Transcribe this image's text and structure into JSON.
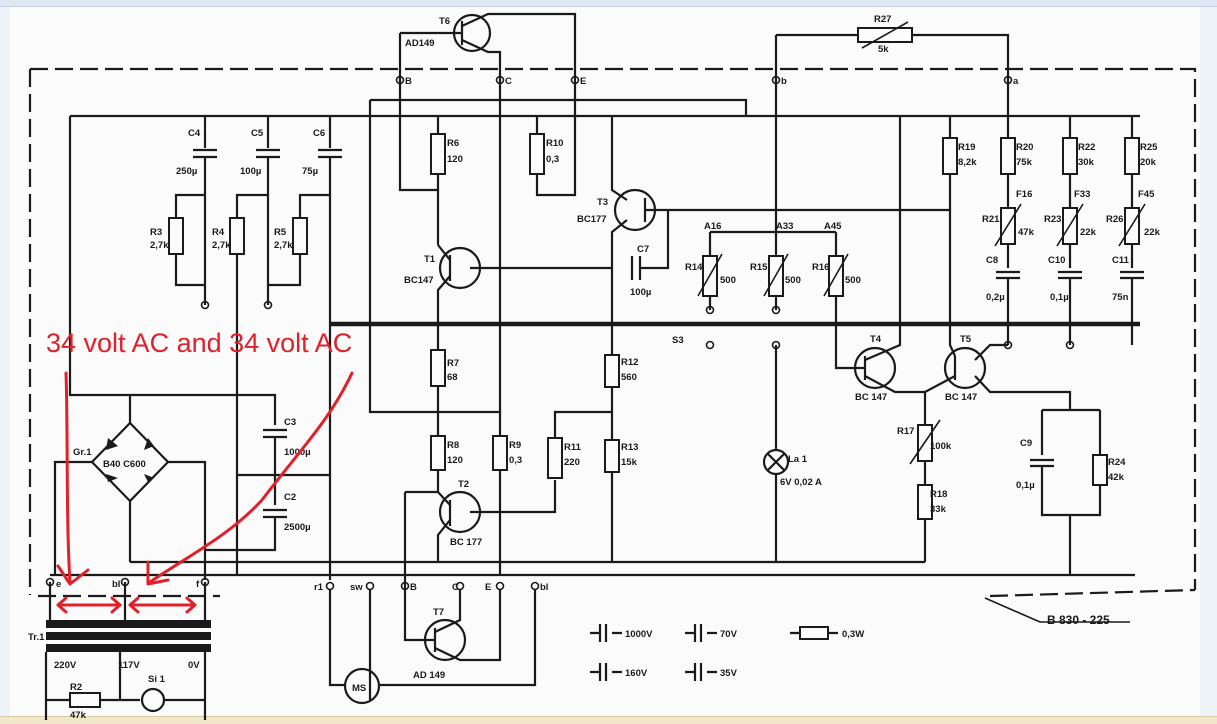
{
  "annotation": "34 volt AC and 34 volt AC",
  "board_code": "B 830 - 225",
  "transistors": {
    "T6": "T6",
    "T6_type": "AD149",
    "T1": "T1",
    "T1_type": "BC147",
    "T2": "T2",
    "T2_type": "BC 177",
    "T3": "T3",
    "T3_type": "BC177",
    "T4": "T4",
    "T4_type": "BC 147",
    "T5": "T5",
    "T5_type": "BC 147",
    "T7": "T7",
    "T7_type": "AD 149"
  },
  "resistors": {
    "R2": "R2",
    "R2_val": "47k",
    "R3": "R3",
    "R3_val": "2,7k",
    "R4": "R4",
    "R4_val": "2,7k",
    "R5": "R5",
    "R5_val": "2,7k",
    "R6": "R6",
    "R6_val": "120",
    "R7": "R7",
    "R7_val": "68",
    "R8": "R8",
    "R8_val": "120",
    "R9": "R9",
    "R9_val": "0,3",
    "R10": "R10",
    "R10_val": "0,3",
    "R11": "R11",
    "R11_val": "220",
    "R12": "R12",
    "R12_val": "560",
    "R13": "R13",
    "R13_val": "15k",
    "R14": "R14",
    "R14_val": "500",
    "R15": "R15",
    "R15_val": "500",
    "R16": "R16",
    "R16_val": "500",
    "R17": "R17",
    "R17_val": "100k",
    "R18": "R18",
    "R18_val": "33k",
    "R19": "R19",
    "R19_val": "8,2k",
    "R20": "R20",
    "R20_val": "75k",
    "R21": "R21",
    "R21_val": "47k",
    "R22": "R22",
    "R22_val": "30k",
    "R23": "R23",
    "R23_val": "22k",
    "R24": "R24",
    "R24_val": "42k",
    "R25": "R25",
    "R25_val": "20k",
    "R26": "R26",
    "R26_val": "22k",
    "R27": "R27",
    "R27_val": "5k"
  },
  "capacitors": {
    "C2": "C2",
    "C2_val": "2500µ",
    "C3": "C3",
    "C3_val": "1000µ",
    "C4": "C4",
    "C4_val": "250µ",
    "C5": "C5",
    "C5_val": "100µ",
    "C6": "C6",
    "C6_val": "75µ",
    "C7": "C7",
    "C7_val": "100µ",
    "C8": "C8",
    "C8_val": "0,2µ",
    "C9": "C9",
    "C9_val": "0,1µ",
    "C10": "C10",
    "C10_val": "0,1µ",
    "C11": "C11",
    "C11_val": "75n"
  },
  "misc": {
    "gr1": "Gr.1",
    "bridge": "B40 C600",
    "tr1": "Tr.1",
    "v220": "220V",
    "v117": "117V",
    "v0": "0V",
    "la1": "La 1",
    "la1_val": "6V 0,02 A",
    "si1": "Si 1",
    "ms": "MS",
    "s3": "S3",
    "a16": "A16",
    "a33": "A33",
    "a45": "A45",
    "f16": "F16",
    "f33": "F33",
    "f45": "F45"
  },
  "terminals": {
    "e": "e",
    "bl": "bl",
    "f": "f",
    "r1": "r1",
    "sw": "sw",
    "B": "B",
    "C": "C",
    "E": "E",
    "bl2": "bl",
    "B_top": "B",
    "C_top": "C",
    "E_top": "E",
    "b_top": "b",
    "a_top": "a"
  },
  "legend": {
    "l1000": "1000V",
    "l160": "160V",
    "l70": "70V",
    "l35": "35V",
    "l03": "0,3W"
  }
}
